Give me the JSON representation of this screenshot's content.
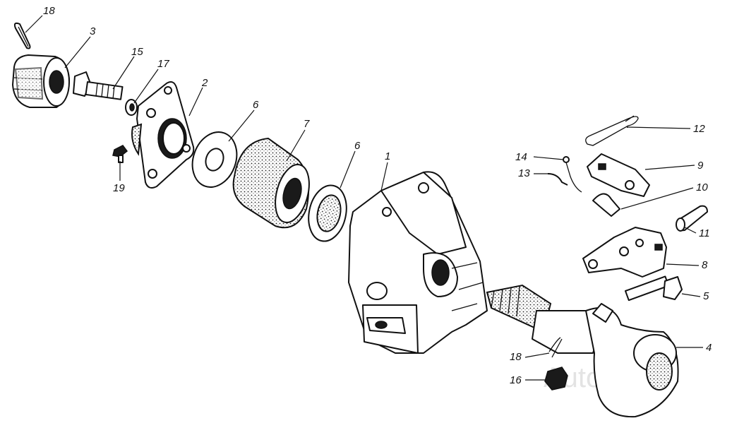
{
  "labels": {
    "l1": "1",
    "l2": "2",
    "l3": "3",
    "l4": "4",
    "l5": "5",
    "l6a": "6",
    "l6b": "6",
    "l7": "7",
    "l8": "8",
    "l9": "9",
    "l10": "10",
    "l11": "11",
    "l12": "12",
    "l13": "13",
    "l14": "14",
    "l15": "15",
    "l16": "16",
    "l17": "17",
    "l18a": "18",
    "l18b": "18",
    "l19": "19"
  },
  "watermark": "AutoSoft"
}
